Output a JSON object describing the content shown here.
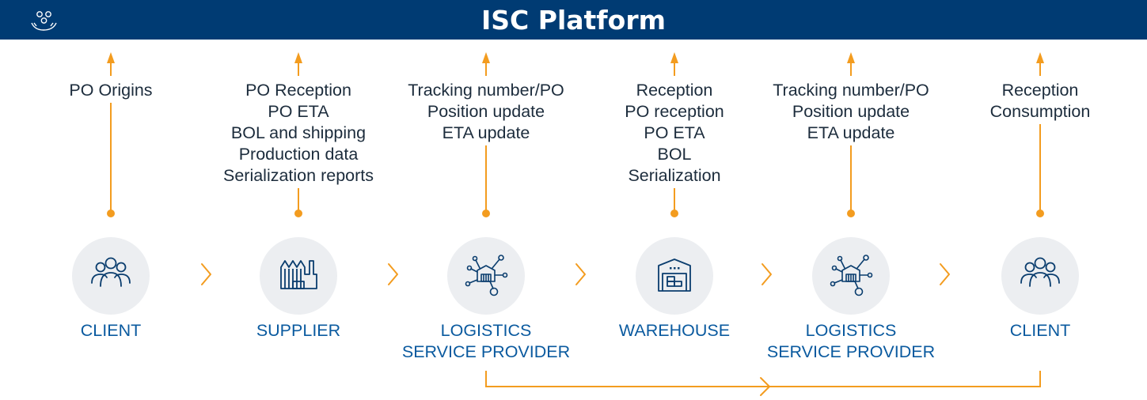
{
  "header": {
    "title": "ISC Platform",
    "logo_icon": "gears-in-hand-icon"
  },
  "colors": {
    "header_bg": "#003b73",
    "accent": "#f39c1f",
    "node_text": "#0a5a9f",
    "circle_bg": "#eceef1"
  },
  "stages": [
    {
      "label_lines": [
        "CLIENT"
      ],
      "icon": "people-icon",
      "data": [
        "PO Origins"
      ]
    },
    {
      "label_lines": [
        "SUPPLIER"
      ],
      "icon": "factory-icon",
      "data": [
        "PO Reception",
        "PO ETA",
        "BOL and shipping",
        "Production data",
        "Serialization reports"
      ]
    },
    {
      "label_lines": [
        "LOGISTICS",
        "SERVICE PROVIDER"
      ],
      "icon": "logistics-network-icon",
      "data": [
        "Tracking number/PO",
        "Position update",
        "ETA update"
      ]
    },
    {
      "label_lines": [
        "WAREHOUSE"
      ],
      "icon": "warehouse-icon",
      "data": [
        "Reception",
        "PO reception",
        "PO ETA",
        "BOL",
        "Serialization"
      ]
    },
    {
      "label_lines": [
        "LOGISTICS",
        "SERVICE PROVIDER"
      ],
      "icon": "logistics-network-icon",
      "data": [
        "Tracking number/PO",
        "Position update",
        "ETA update"
      ]
    },
    {
      "label_lines": [
        "CLIENT"
      ],
      "icon": "people-icon",
      "data": [
        "Reception",
        "Consumption"
      ]
    }
  ]
}
